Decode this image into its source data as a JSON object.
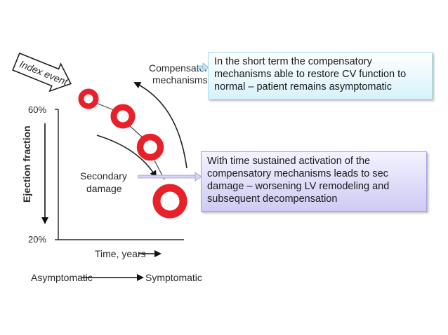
{
  "figure": {
    "index_event": "Index event",
    "compensatory_line1": "Compensatory",
    "compensatory_line2": "mechanisms",
    "secondary_line1": "Secondary",
    "secondary_line2": "damage",
    "y_axis_label": "Ejection fraction",
    "y_tick_top": "60%",
    "y_tick_bottom": "20%",
    "x_axis_label": "Time, years",
    "asymptomatic": "Asymptomatic",
    "symptomatic": "Symptomatic",
    "ring_color": "#e8202a"
  },
  "callouts": {
    "top": "In the short term the compensatory mechanisms able to restore CV function to normal – patient remains asymptomatic",
    "bottom": "With time sustained activation of the compensatory mechanisms leads to sec damage – worsening LV remodeling and subsequent decompensation"
  }
}
